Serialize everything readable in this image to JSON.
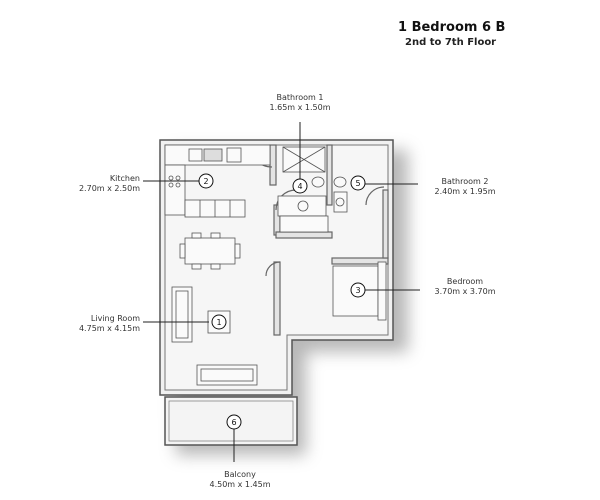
{
  "header": {
    "title": "1 Bedroom 6 B",
    "subtitle": "2nd to 7th Floor"
  },
  "rooms": [
    {
      "number": "1",
      "name": "Living Room",
      "size": "4.75m x 4.15m"
    },
    {
      "number": "2",
      "name": "Kitchen",
      "size": "2.70m x 2.50m"
    },
    {
      "number": "3",
      "name": "Bedroom",
      "size": "3.70m x 3.70m"
    },
    {
      "number": "4",
      "name": "Bathroom 1",
      "size": "1.65m x 1.50m"
    },
    {
      "number": "5",
      "name": "Bathroom 2",
      "size": "2.40m x 1.95m"
    },
    {
      "number": "6",
      "name": "Balcony",
      "size": "4.50m x 1.45m"
    }
  ]
}
